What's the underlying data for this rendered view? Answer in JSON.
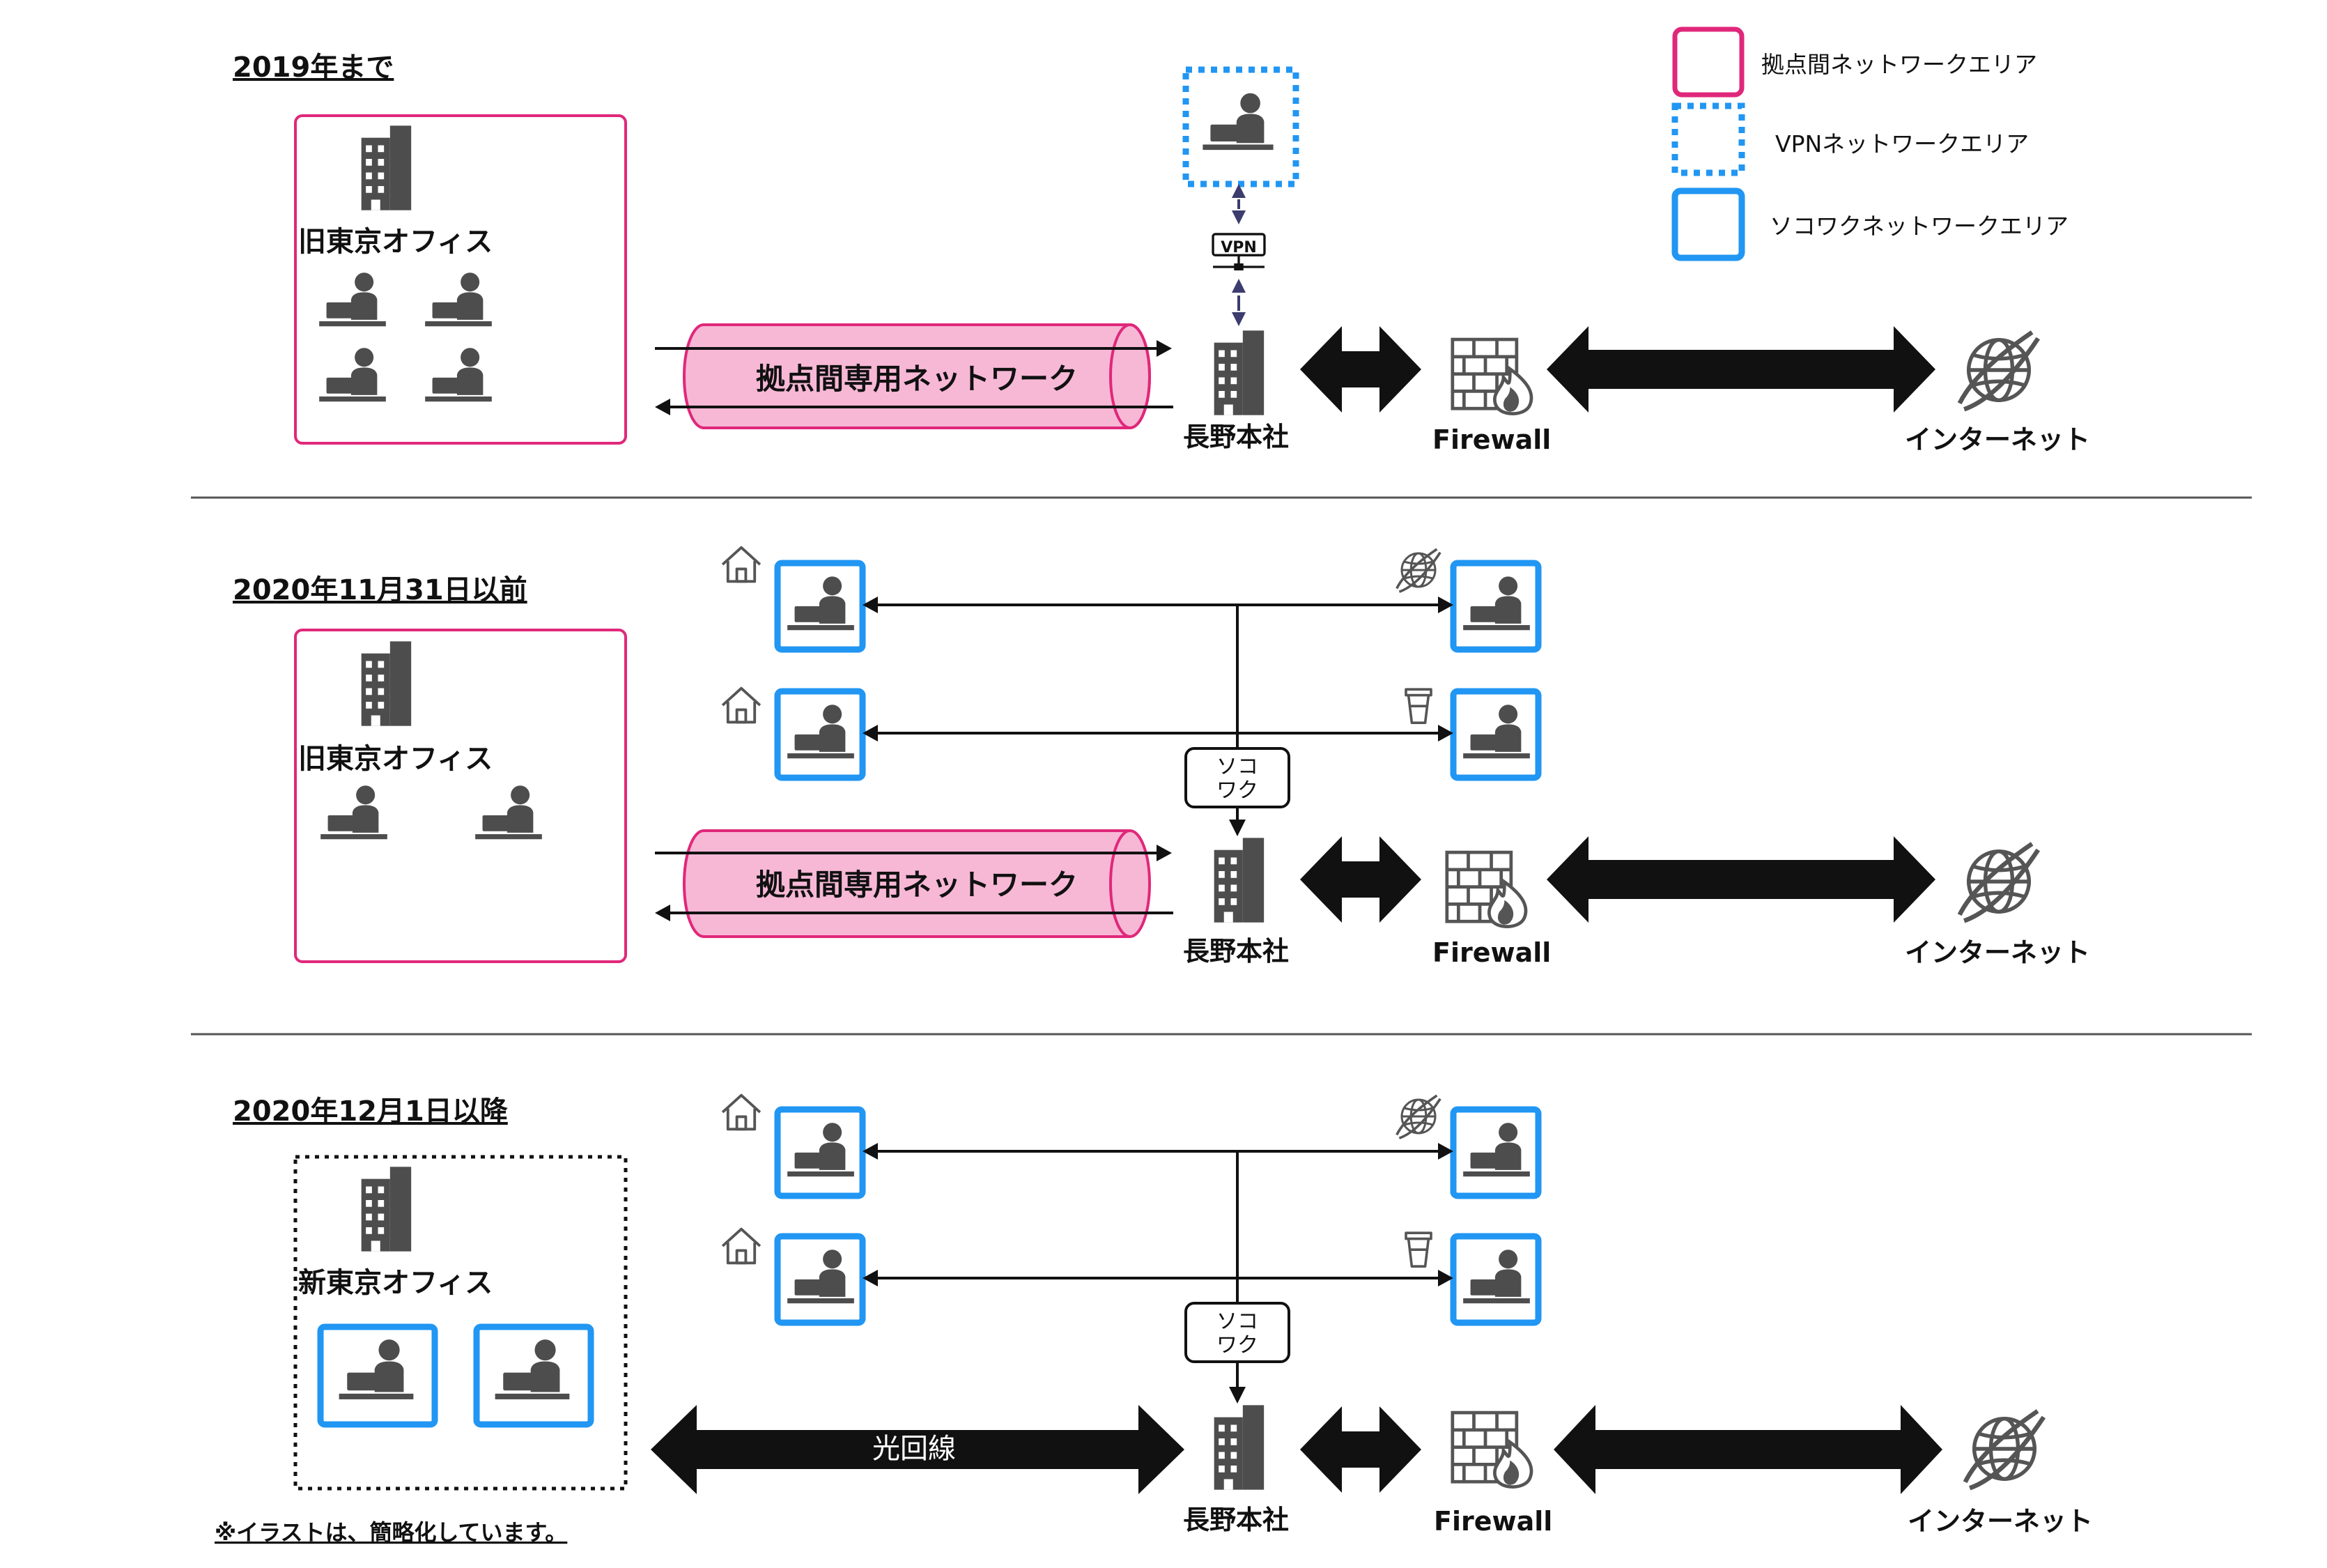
{
  "legend": {
    "items": [
      {
        "label": "拠点間ネットワークエリア",
        "color": "#e0287a",
        "style": "solid"
      },
      {
        "label": "VPNネットワークエリア",
        "color": "#2196f3",
        "style": "dotted"
      },
      {
        "label": "ソコワクネットワークエリア",
        "color": "#2196f3",
        "style": "solid"
      }
    ]
  },
  "sections": [
    {
      "title": "2019年まで",
      "office_label": "旧東京オフィス",
      "tunnel_label": "拠点間専用ネットワーク",
      "vpn_label": "VPN"
    },
    {
      "title": "2020年11月31日以前",
      "office_label": "旧東京オフィス",
      "tunnel_label": "拠点間専用ネットワーク",
      "sokowaku_label": [
        "ソコ",
        "ワク"
      ]
    },
    {
      "title": "2020年12月1日以降",
      "office_label": "新東京オフィス",
      "fiber_label": "光回線",
      "sokowaku_label": [
        "ソコ",
        "ワク"
      ]
    }
  ],
  "common": {
    "hq_label": "長野本社",
    "firewall_label": "Firewall",
    "internet_label": "インターネット"
  },
  "footnote": "※イラストは、簡略化しています。",
  "colors": {
    "pink": "#e0287a",
    "blue": "#2196f3",
    "icon_gray": "#4d4d4d",
    "tunnel_fill": "#f7b8d6"
  },
  "icons": [
    "building-icon",
    "worker-icon",
    "house-icon",
    "globe-icon",
    "coffee-cup-icon",
    "firewall-icon",
    "vpn-router-icon"
  ]
}
